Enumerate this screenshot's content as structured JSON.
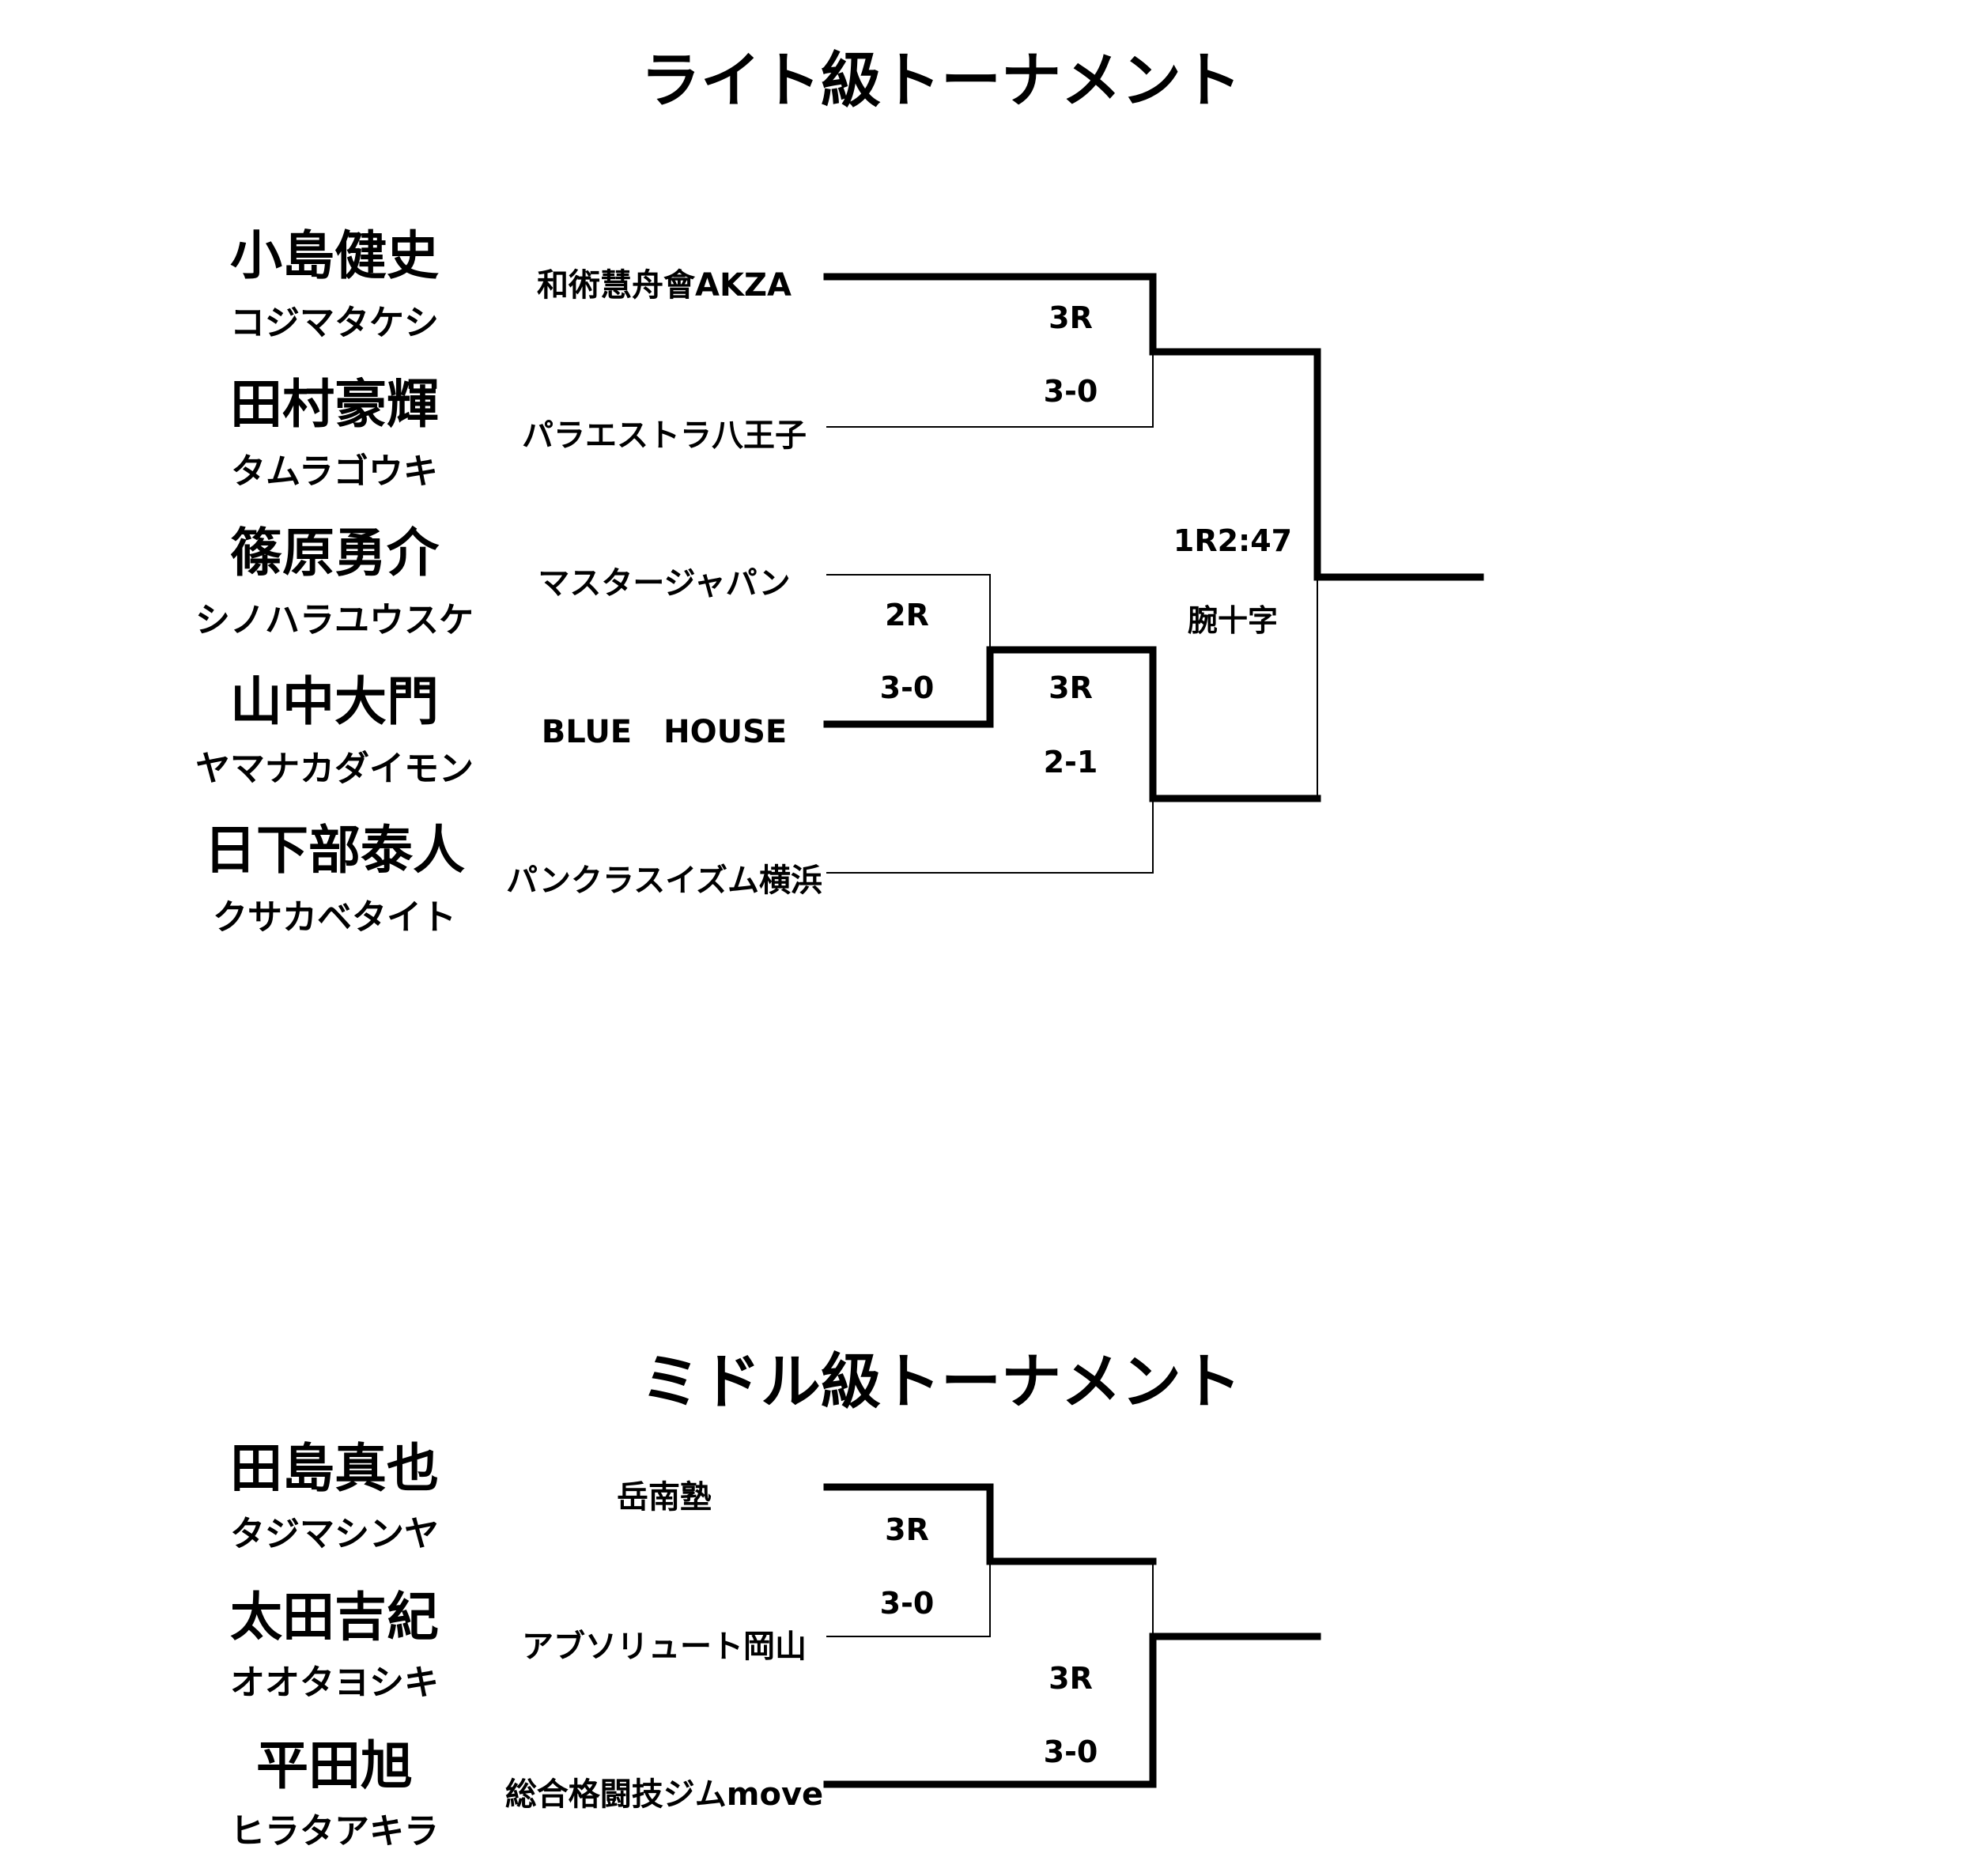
{
  "light": {
    "title": "ライト級トーナメント",
    "fighters": [
      {
        "name": "小島健史",
        "kana": "コジマタケシ"
      },
      {
        "name": "田村豪輝",
        "kana": "タムラゴウキ"
      },
      {
        "name": "篠原勇介",
        "kana": "シノハラユウスケ"
      },
      {
        "name": "山中大門",
        "kana": "ヤマナカダイモン"
      },
      {
        "name": "日下部泰人",
        "kana": "クサカベタイト"
      }
    ],
    "teams": [
      "和術慧舟會AKZA",
      "パラエストラ八王子",
      "マスタージャパン",
      "BLUE　HOUSE",
      "パンクラスイズム横浜"
    ],
    "results": {
      "semi1_round": "3R",
      "semi1_score": "3-0",
      "qf_round": "2R",
      "qf_score": "3-0",
      "semi2_round": "3R",
      "semi2_score": "2-1",
      "final_time": "1R2:47",
      "final_method": "腕十字"
    }
  },
  "middle": {
    "title": "ミドル級トーナメント",
    "fighters": [
      {
        "name": "田島真也",
        "kana": "タジマシンヤ"
      },
      {
        "name": "太田吉紀",
        "kana": "オオタヨシキ"
      },
      {
        "name": "平田旭",
        "kana": "ヒラタアキラ"
      }
    ],
    "teams": [
      "岳南塾",
      "アブソリュート岡山",
      "総合格闘技ジムmove"
    ],
    "results": {
      "semi_round": "3R",
      "semi_score": "3-0",
      "final_round": "3R",
      "final_score": "3-0"
    }
  }
}
